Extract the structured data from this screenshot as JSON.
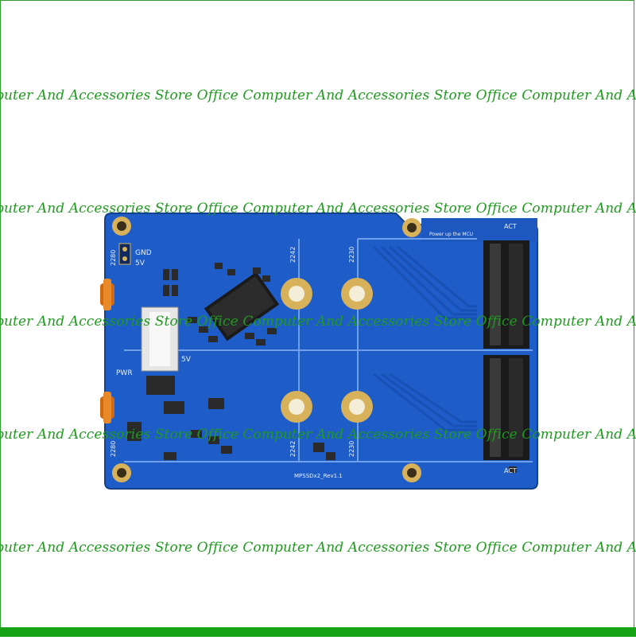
{
  "watermark": {
    "text": "puter And Accessories Store Office Computer And Accessories Store Office Computer And Accessories Store"
  },
  "board": {
    "silk_gnd": "GND",
    "silk_5v": "5V",
    "silk_5v_b": "5V",
    "silk_pwr": "PWR",
    "silk_2280_top": "2280",
    "silk_2280_bottom": "2280",
    "silk_2242_top": "2242",
    "silk_2230_top": "2230",
    "silk_2242_bottom": "2242",
    "silk_2230_bottom": "2230",
    "silk_act_top": "ACT",
    "silk_act_bottom": "ACT",
    "silk_power_note": "Power up the MCU",
    "silk_rev": "MPSSDx2_Rev1.1"
  },
  "colors": {
    "pcb": "#1e5cc8",
    "pcb_dark": "#1849a6",
    "gold": "#d7b25a",
    "watermark": "#1f9a1f",
    "bottom_bar": "#16a316"
  }
}
